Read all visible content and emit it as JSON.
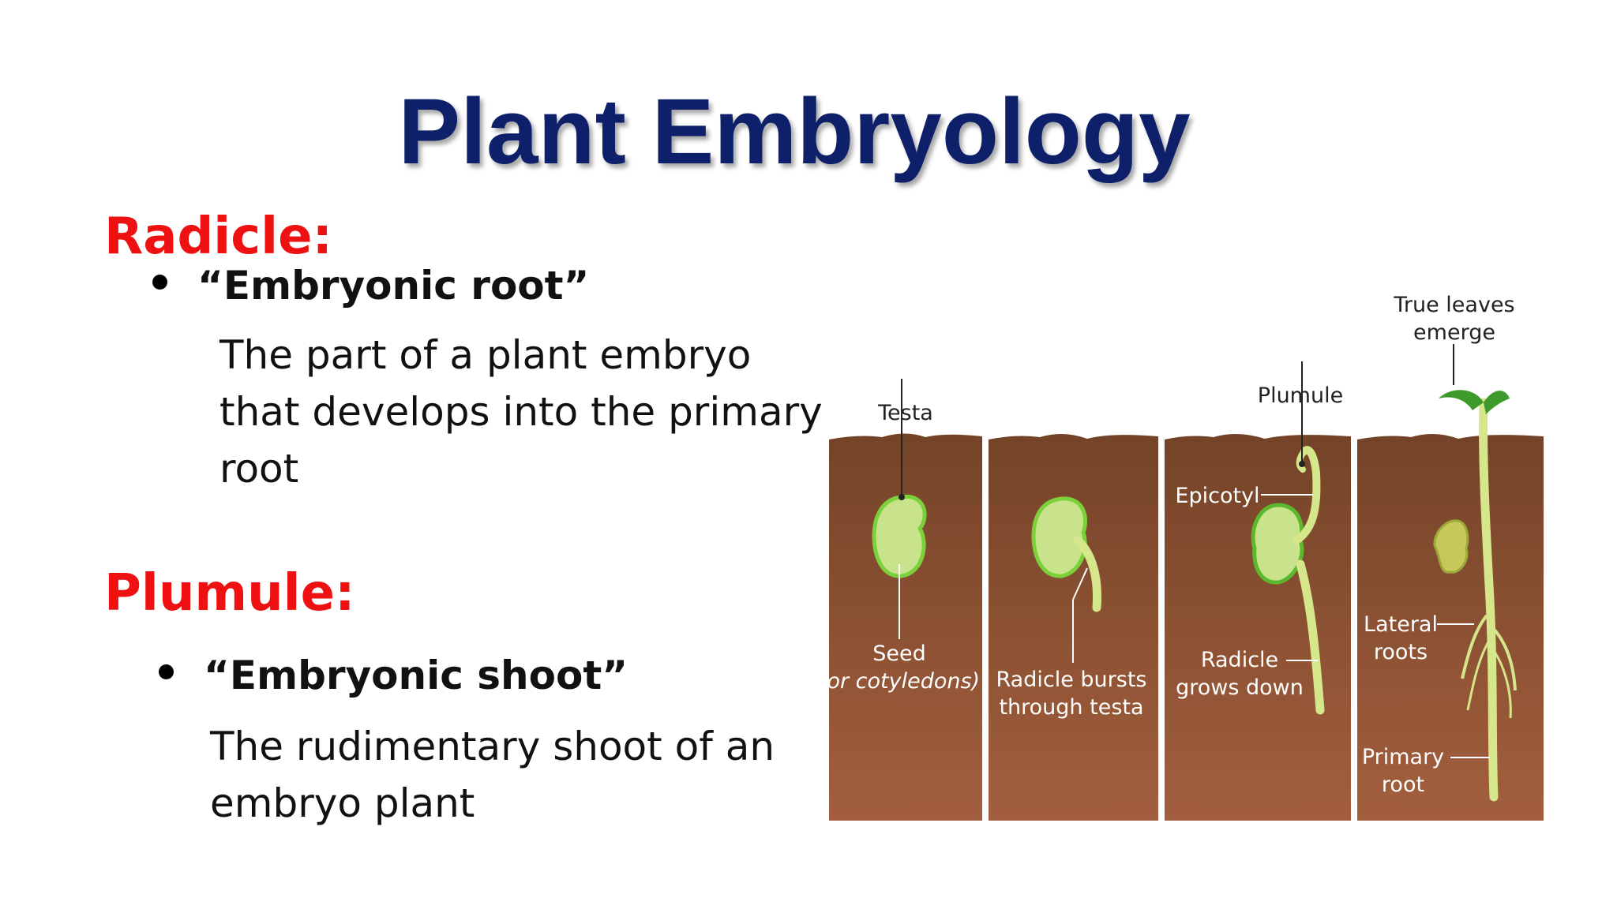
{
  "title": "Plant Embryology",
  "radicle": {
    "heading": "Radicle:",
    "bullet": "“Embryonic root”",
    "lines": [
      "The part of a plant embryo",
      "that develops into the primary",
      "root"
    ]
  },
  "plumule": {
    "heading": "Plumule:",
    "bullet": "“Embryonic shoot”",
    "lines": [
      "The rudimentary shoot  of an",
      "embryo plant"
    ]
  },
  "diagram": {
    "labels": {
      "testa": "Testa",
      "seed": "Seed",
      "cotyledons": "(or cotyledons)",
      "radicle_bursts_1": "Radicle bursts",
      "radicle_bursts_2": "through testa",
      "plumule": "Plumule",
      "epicotyl": "Epicotyl",
      "radicle_grows_1": "Radicle",
      "radicle_grows_2": "grows down",
      "true_leaves_1": "True leaves",
      "true_leaves_2": "emerge",
      "lateral_1": "Lateral",
      "lateral_2": "roots",
      "primary_1": "Primary",
      "primary_2": "root"
    },
    "colors": {
      "soil_top": "#7b4a2e",
      "soil_bottom": "#9a5a3a",
      "seed": "#c5e28a",
      "seed_edge": "#5db82e",
      "stem": "#c9e26a",
      "leaf": "#3f9a2c",
      "label_light": "#ffffff",
      "label_dark": "#222222"
    }
  }
}
